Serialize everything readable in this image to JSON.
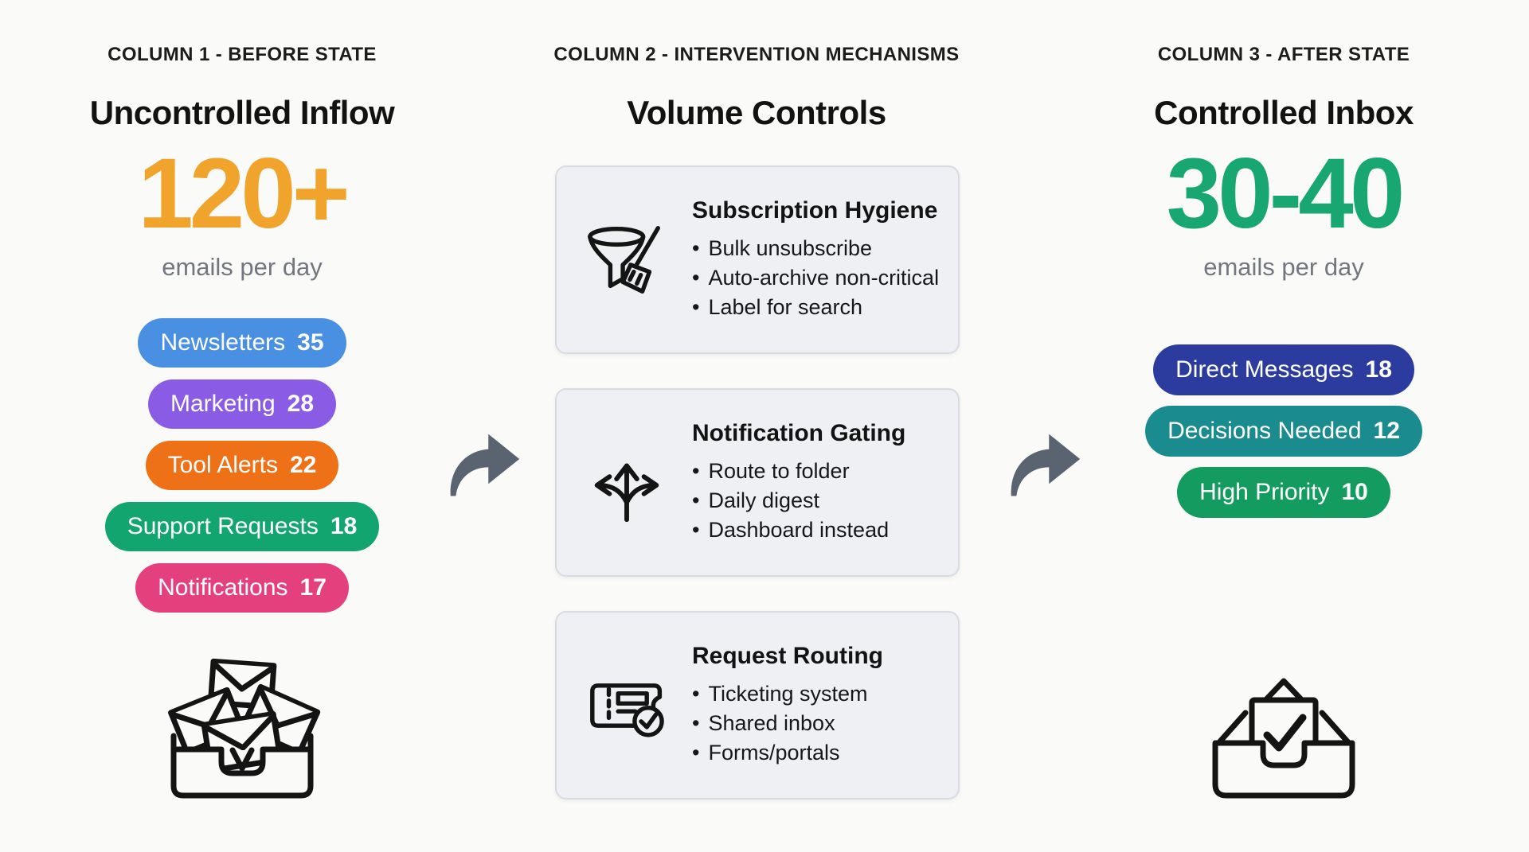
{
  "page": {
    "background": "#FAFAF8",
    "text_color": "#161616",
    "muted_color": "#72777F"
  },
  "arrow": {
    "name": "flow-arrow",
    "color": "#5A6471"
  },
  "columns": {
    "before": {
      "kicker": "COLUMN 1 - BEFORE STATE",
      "title": "Uncontrolled Inflow",
      "metric": {
        "value": "120+",
        "color": "#F0A42C",
        "caption": "emails per day"
      },
      "pills": [
        {
          "label": "Newsletters",
          "count": "35",
          "color": "#4A90E2"
        },
        {
          "label": "Marketing",
          "count": "28",
          "color": "#8A5CE6"
        },
        {
          "label": "Tool Alerts",
          "count": "22",
          "color": "#EE7118"
        },
        {
          "label": "Support Requests",
          "count": "18",
          "color": "#12A56F"
        },
        {
          "label": "Notifications",
          "count": "17",
          "color": "#E4407E"
        }
      ],
      "icon": "overflowing-inbox-icon"
    },
    "intervention": {
      "kicker": "COLUMN 2 - INTERVENTION MECHANISMS",
      "title": "Volume Controls",
      "cards": [
        {
          "icon": "funnel-broom-icon",
          "title": "Subscription Hygiene",
          "bullets": [
            "Bulk unsubscribe",
            "Auto-archive non-critical",
            "Label for search"
          ]
        },
        {
          "icon": "branching-arrows-icon",
          "title": "Notification Gating",
          "bullets": [
            "Route to folder",
            "Daily digest",
            "Dashboard instead"
          ]
        },
        {
          "icon": "ticket-check-icon",
          "title": "Request Routing",
          "bullets": [
            "Ticketing system",
            "Shared inbox",
            "Forms/portals"
          ]
        }
      ]
    },
    "after": {
      "kicker": "COLUMN 3 - AFTER STATE",
      "title": "Controlled Inbox",
      "metric": {
        "value": "30-40",
        "color": "#18A771",
        "caption": "emails per day"
      },
      "pills": [
        {
          "label": "Direct Messages",
          "count": "18",
          "color": "#2C3C9E"
        },
        {
          "label": "Decisions Needed",
          "count": "12",
          "color": "#1A8B8E"
        },
        {
          "label": "High Priority",
          "count": "10",
          "color": "#149C60"
        }
      ],
      "icon": "inbox-check-icon"
    }
  }
}
